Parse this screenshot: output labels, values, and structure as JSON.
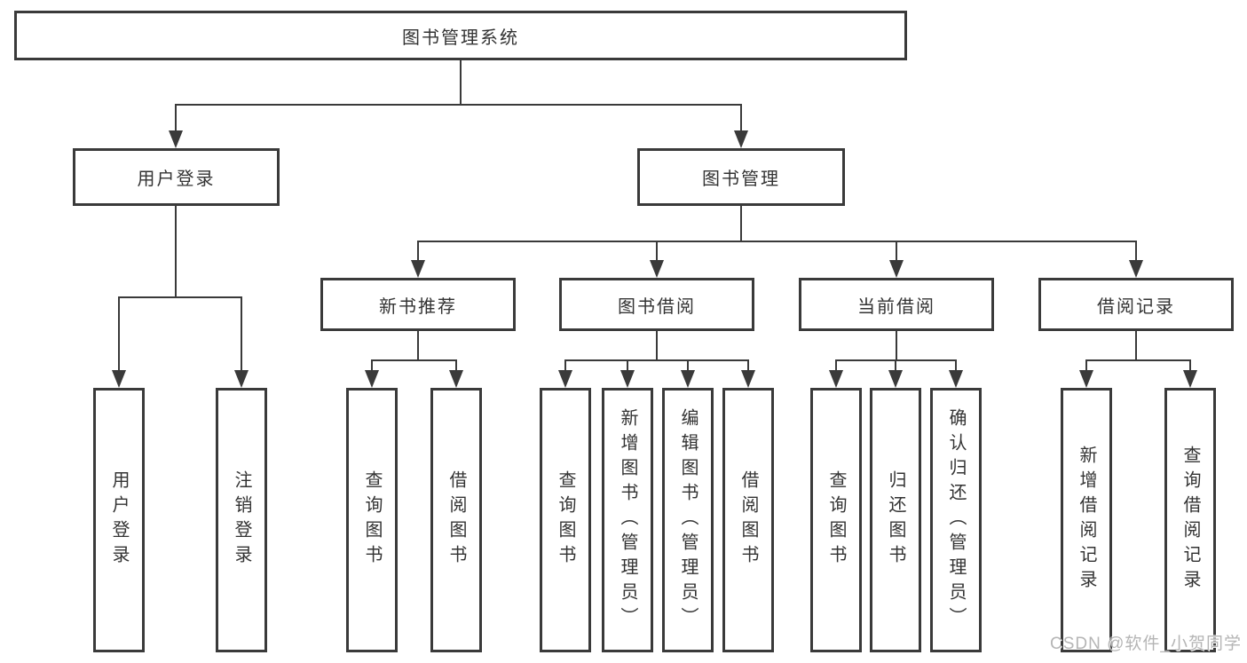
{
  "diagram": {
    "title_node": {
      "label": "图书管理系统"
    },
    "level2": [
      {
        "label": "用户登录"
      },
      {
        "label": "图书管理"
      }
    ],
    "level3": [
      {
        "label": "新书推荐"
      },
      {
        "label": "图书借阅"
      },
      {
        "label": "当前借阅"
      },
      {
        "label": "借阅记录"
      }
    ],
    "leaves": [
      {
        "label": "用户登录"
      },
      {
        "label": "注销登录"
      },
      {
        "label": "查询图书"
      },
      {
        "label": "借阅图书"
      },
      {
        "label": "查询图书"
      },
      {
        "label": "新增图书（管理员）"
      },
      {
        "label": "编辑图书（管理员）"
      },
      {
        "label": "借阅图书"
      },
      {
        "label": "查询图书"
      },
      {
        "label": "归还图书"
      },
      {
        "label": "确认归还（管理员）"
      },
      {
        "label": "新增借阅记录"
      },
      {
        "label": "查询借阅记录"
      }
    ]
  },
  "watermark": {
    "text": "CSDN @软件_小贺同学"
  },
  "colors": {
    "line": "#3a3a3a",
    "text": "#333333",
    "watermark": "#b5b5b5",
    "background": "#ffffff"
  }
}
